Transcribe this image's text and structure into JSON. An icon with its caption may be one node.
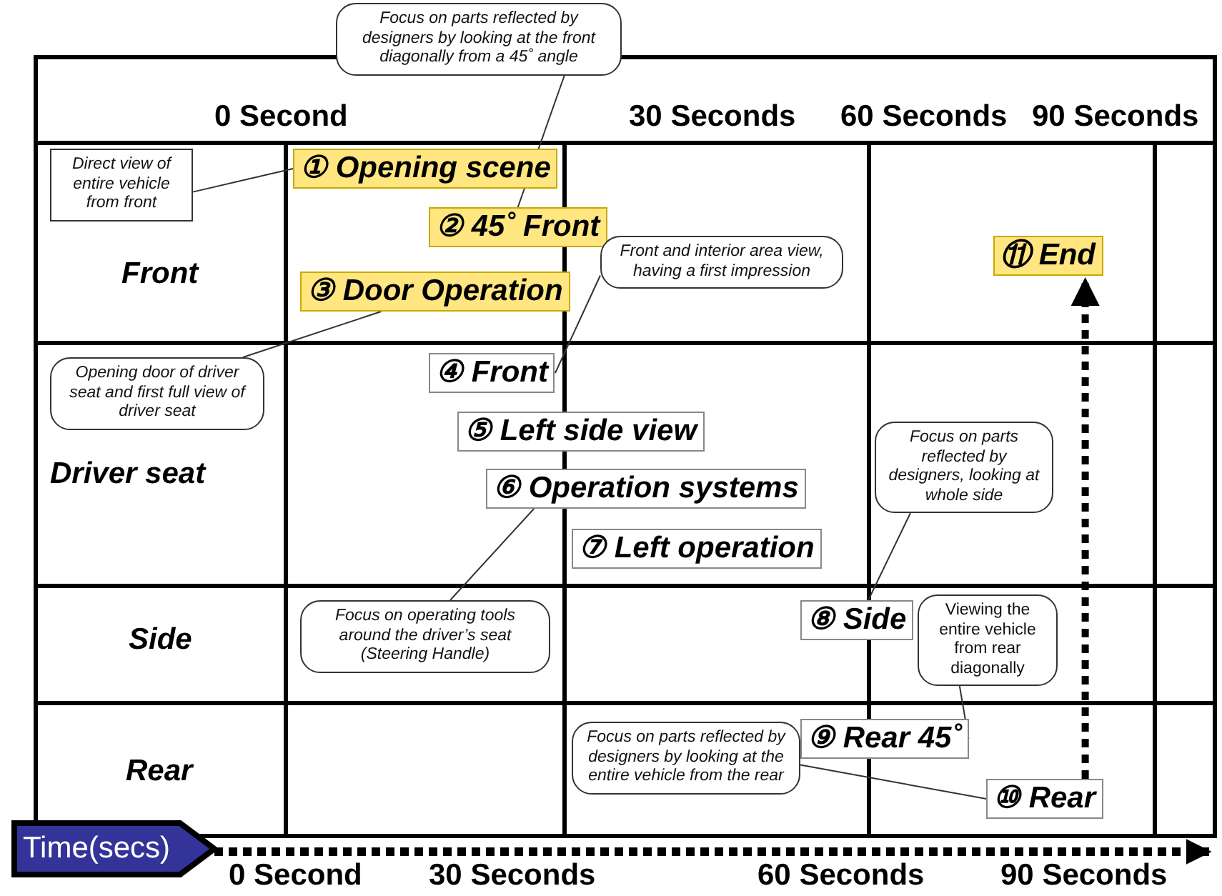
{
  "diagram": {
    "nodes": [
      {
        "text": [
          "Direct view of entire vehicle from front"
        ]
      },
      {
        "text": [
          "Focus on parts reflected by designers by looking at the front diagonally from a 45˚ angle"
        ]
      },
      {
        "text": [
          "① Opening scene"
        ]
      },
      {
        "text": [
          "② 45˚ Front"
        ]
      },
      {
        "text": [
          "Front and interior area view, having a first impression"
        ]
      },
      {
        "text": [
          "⑪ End"
        ]
      },
      {
        "text": [
          "③ Door Operation"
        ]
      },
      {
        "text": [
          "④ Front"
        ]
      },
      {
        "text": [
          "Opening door of driver seat and first full view of driver seat"
        ]
      },
      {
        "text": [
          "⑤ Left side view"
        ]
      },
      {
        "text": [
          "⑥ Operation systems"
        ]
      },
      {
        "text": [
          "Focus on parts reflected by designers, looking at whole side"
        ]
      },
      {
        "text": [
          "⑦ Left operation"
        ]
      },
      {
        "text": [
          "Focus on operating tools around the driver’s seat (Steering Handle)"
        ]
      },
      {
        "text": [
          "⑧ Side"
        ]
      },
      {
        "text": [
          "Viewing the entire vehicle from rear diagonally"
        ]
      },
      {
        "text": [
          "⑨ Rear 45˚"
        ]
      },
      {
        "text": [
          "Focus on parts reflected by designers by looking at the entire vehicle from the rear"
        ]
      },
      {
        "text": [
          "⑩ Rear"
        ]
      },
      {
        "text": [
          "Time(secs)"
        ]
      }
    ],
    "edges": [
      {
        "from": 0,
        "to": 2,
        "arrow": "none"
      },
      {
        "from": 1,
        "to": 3,
        "arrow": "none"
      },
      {
        "from": 4,
        "to": 7,
        "arrow": "none"
      },
      {
        "from": 8,
        "to": 6,
        "arrow": "none"
      },
      {
        "from": 11,
        "to": 14,
        "arrow": "none"
      },
      {
        "from": 13,
        "to": 10,
        "arrow": "none"
      },
      {
        "from": 15,
        "to": 16,
        "arrow": "none"
      },
      {
        "from": 17,
        "to": 18,
        "arrow": "none"
      },
      {
        "from": 18,
        "to": 5,
        "arrow": "to",
        "style": "dashed"
      }
    ],
    "labels": [
      "0 Second",
      "30 Seconds",
      "60 Seconds",
      "90 Seconds",
      "Front",
      "Driver seat",
      "Side",
      "Rear",
      "0 Second",
      "30 Seconds",
      "60 Seconds",
      "90 Seconds"
    ]
  }
}
